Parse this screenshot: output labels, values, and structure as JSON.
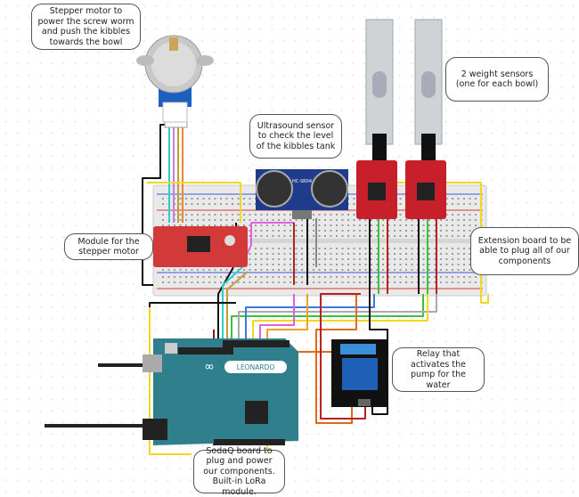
{
  "notes": {
    "stepper": "Stepper motor to power the screw worm and push the kibbles towards the bowl",
    "ultrasound": "Ultrasound sensor to check the level of the kibbles tank",
    "weight": "2 weight sensors (one for each bowl)",
    "stepper_module": "Module for the stepper motor",
    "extension": "Extension board to be able to plug all of our components",
    "relay": "Relay that activates the pump for the water",
    "sodaq": "SodaQ board to plug and power our components. Built-in LoRa module."
  },
  "silkscreen": {
    "board_name": "LEONARDO",
    "sensor_model": "HC-SR04"
  },
  "colors": {
    "breadboard": "#e8e8e8",
    "arduino": "#2f7f8c",
    "driver": "#d23a3a",
    "hx711": "#c8202a",
    "relay": "#1e5fb8",
    "sensor": "#1f3c8c"
  }
}
